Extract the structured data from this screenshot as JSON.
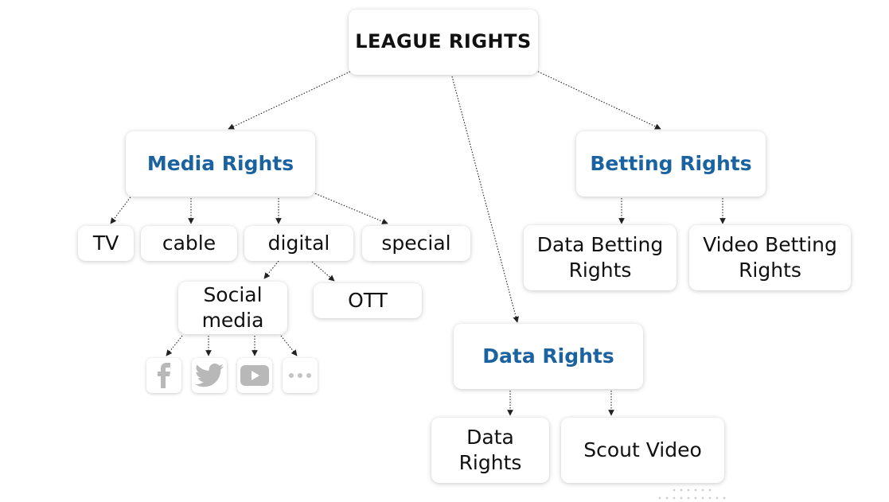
{
  "diagram": {
    "root": "LEAGUE RIGHTS",
    "media": {
      "label": "Media Rights",
      "tv": "TV",
      "cable": "cable",
      "digital": "digital",
      "special": "special",
      "social_media": "Social\nmedia",
      "ott": "OTT",
      "icons": [
        "facebook-icon",
        "twitter-icon",
        "youtube-icon",
        "more-icon"
      ]
    },
    "betting": {
      "label": "Betting Rights",
      "data_betting": "Data Betting\nRights",
      "video_betting": "Video Betting\nRights"
    },
    "data": {
      "label": "Data Rights",
      "data_rights": "Data\nRights",
      "scout_video": "Scout Video"
    }
  },
  "colors": {
    "category_text": "#1a63a0",
    "icon_gray": "#b8b8b8",
    "arrow": "#222222"
  }
}
